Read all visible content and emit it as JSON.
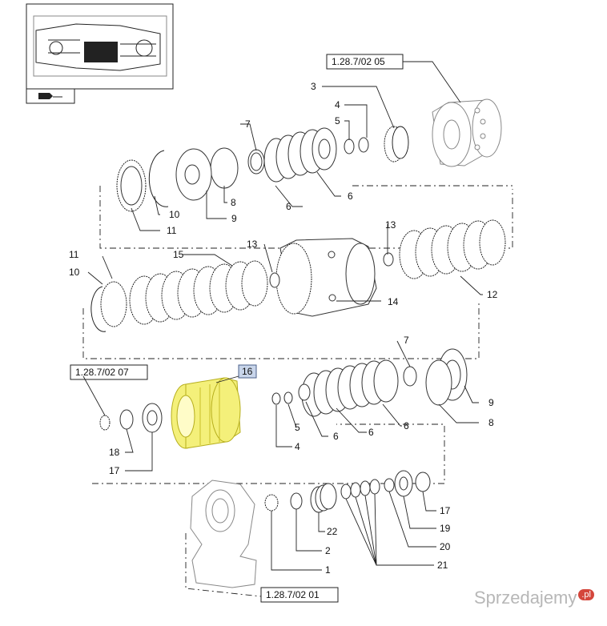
{
  "diagram": {
    "reference_boxes": [
      {
        "id": "ref-top",
        "label": "1.28.7/02 05"
      },
      {
        "id": "ref-left",
        "label": "1.28.7/02 07"
      },
      {
        "id": "ref-bottom",
        "label": "1.28.7/02 01"
      }
    ],
    "highlight_label": "16",
    "part_labels": {
      "p3": "3",
      "p4a": "4",
      "p5a": "5",
      "p7a": "7",
      "p8a": "8",
      "p9a": "9",
      "p10a": "10",
      "p11a": "11",
      "p6a": "6",
      "p6b": "6",
      "p13a": "13",
      "p12": "12",
      "p11b": "11",
      "p10b": "10",
      "p15": "15",
      "p13b": "13",
      "p14": "14",
      "p7b": "7",
      "p9b": "9",
      "p8b": "8",
      "p5b": "5",
      "p4b": "4",
      "p6c": "6",
      "p6d": "6",
      "p6e": "6",
      "p18": "18",
      "p17a": "17",
      "p17b": "17",
      "p19": "19",
      "p20": "20",
      "p21": "21",
      "p22": "22",
      "p2": "2",
      "p1": "1"
    },
    "icons": {
      "thumbnail": "transmission-thumbnail-icon",
      "arrow": "navigation-arrow-icon"
    }
  },
  "watermark": {
    "text": "Sprzedajemy",
    "suffix": ".pl"
  },
  "colors": {
    "highlight": "#f4f07a",
    "box_fill": "#c8d5ea"
  }
}
